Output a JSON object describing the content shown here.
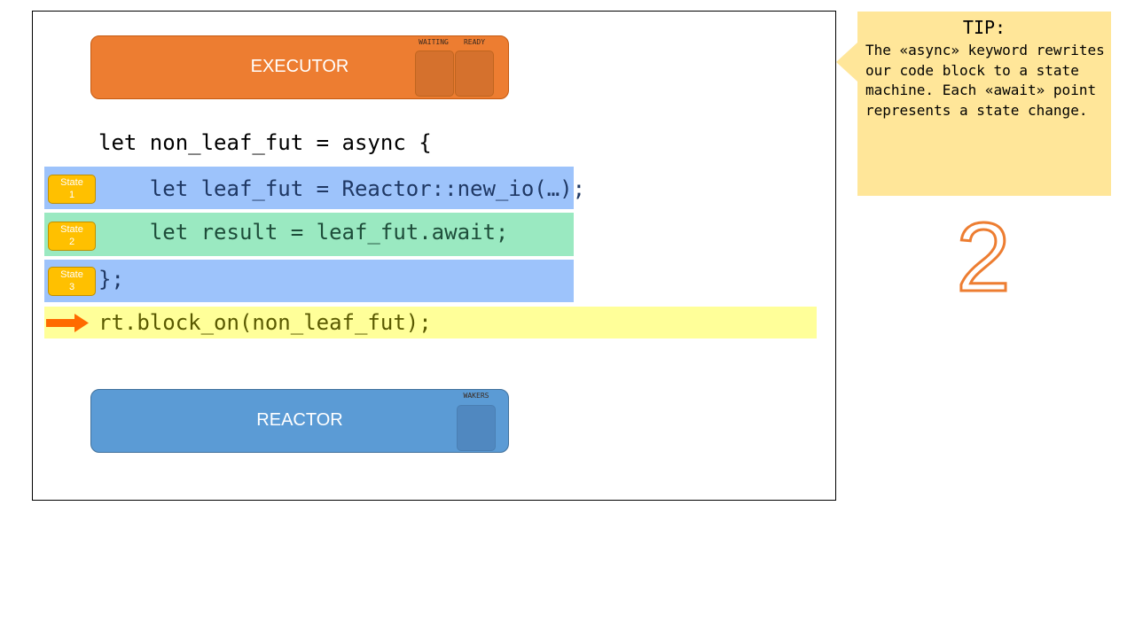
{
  "executor": {
    "title": "EXECUTOR",
    "waiting_label": "WAITING",
    "ready_label": "READY"
  },
  "reactor": {
    "title": "REACTOR",
    "wakers_label": "WAKERS"
  },
  "code": {
    "line1": "let non_leaf_fut = async {",
    "line2": "    let leaf_fut = Reactor::new_io(…);",
    "line3": "    let result = leaf_fut.await;",
    "line4": "};",
    "line5": "rt.block_on(non_leaf_fut);"
  },
  "states": [
    {
      "word": "State",
      "num": "1"
    },
    {
      "word": "State",
      "num": "2"
    },
    {
      "word": "State",
      "num": "3"
    }
  ],
  "tip": {
    "title": "TIP:",
    "body": "The «async» keyword rewrites our code block to a state machine. Each «await» point represents a state change."
  },
  "step_number": "2",
  "colors": {
    "executor": "#ed7d31",
    "reactor": "#5b9bd5",
    "state_badge": "#ffc000",
    "band_blue": "#9dc3fb",
    "band_green": "#9ae9c1",
    "band_yellow": "#ffff99",
    "tip_bg": "#ffe699"
  },
  "icons": {
    "pointer": "arrow-right-icon"
  }
}
